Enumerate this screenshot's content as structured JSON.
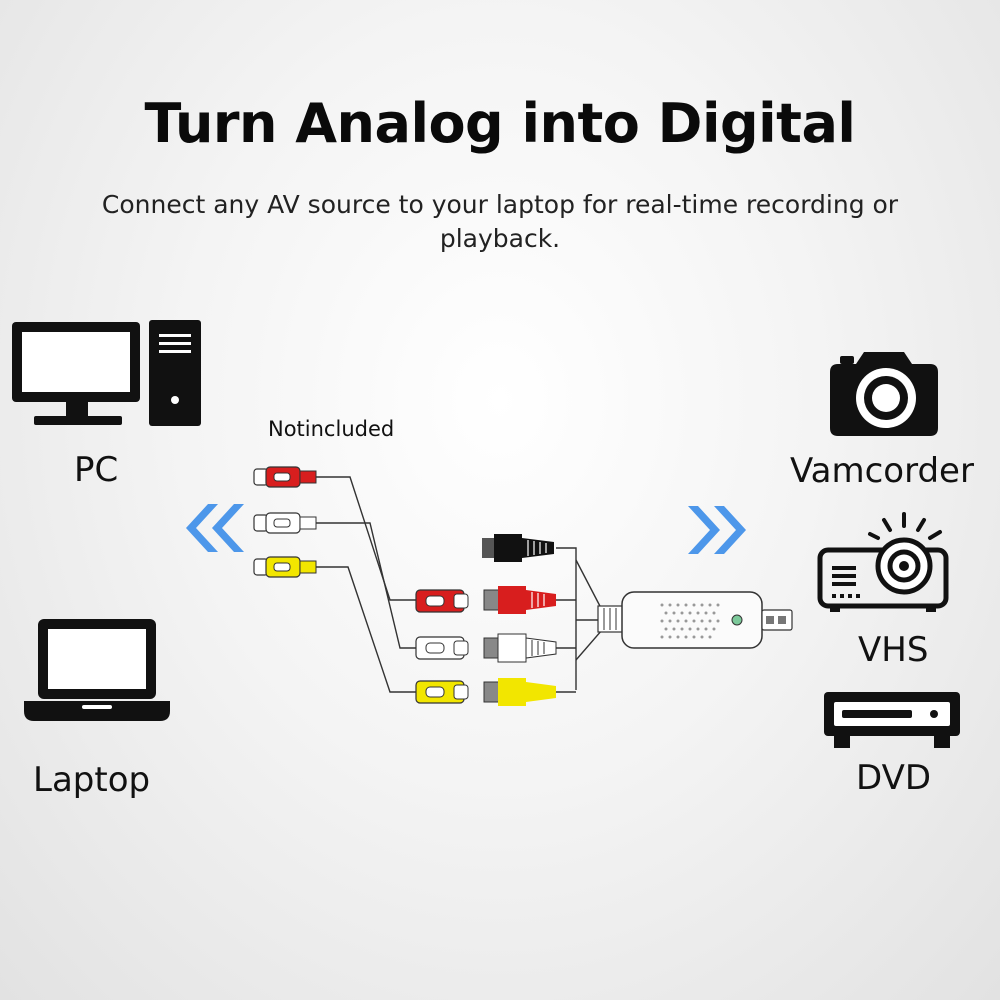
{
  "header": {
    "title": "Turn Analog into Digital",
    "subtitle": "Connect any AV source to your laptop for real-time recording or playback."
  },
  "targets": {
    "pc_label": "PC",
    "laptop_label": "Laptop"
  },
  "sources": {
    "camcorder_label": "Vamcorder",
    "vhs_label": "VHS",
    "dvd_label": "DVD"
  },
  "cable": {
    "note": "Notincluded",
    "connector_colors": [
      "#d81e1e",
      "#ffffff",
      "#f2e600"
    ]
  },
  "colors": {
    "arrow_blue": "#2f86e8",
    "icon_black": "#111111"
  }
}
